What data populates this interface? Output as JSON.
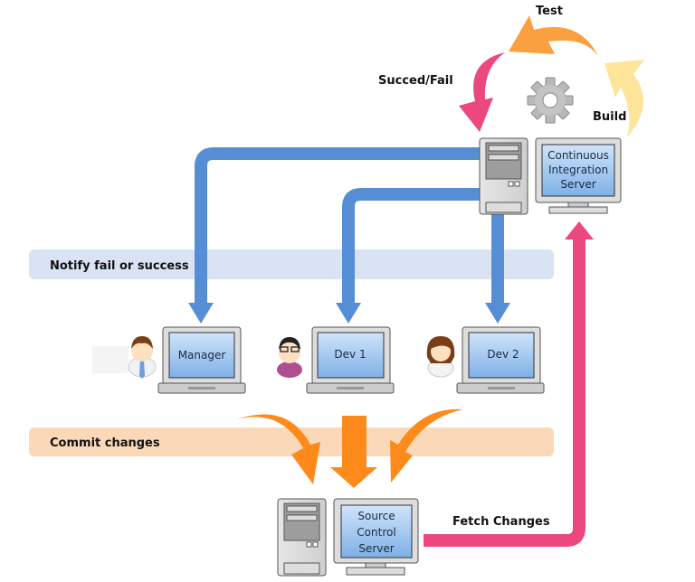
{
  "bands": {
    "notify": "Notify fail or success",
    "commit": "Commit changes"
  },
  "cycle": {
    "test": "Test",
    "succeed_fail": "Succed/Fail",
    "build": "Build"
  },
  "ci_server": {
    "line1": "Continuous",
    "line2": "Integration",
    "line3": "Server"
  },
  "source_server": {
    "line1": "Source",
    "line2": "Control",
    "line3": "Server"
  },
  "fetch": "Fetch Changes",
  "clients": [
    {
      "label": "Manager",
      "icon": "manager-avatar-icon"
    },
    {
      "label": "Dev 1",
      "icon": "developer-avatar-icon"
    },
    {
      "label": "Dev 2",
      "icon": "developer-avatar-icon"
    }
  ],
  "colors": {
    "notify_arrow": "#558ed5",
    "commit_arrow": "#fd8a1a",
    "fetch_arrow": "#ec4780",
    "test_arrow": "#fba040",
    "build_arrow": "#fee59a",
    "notify_band": "#dae3f3",
    "commit_band": "#fbd9b8",
    "screen": "#a9cdf2"
  }
}
